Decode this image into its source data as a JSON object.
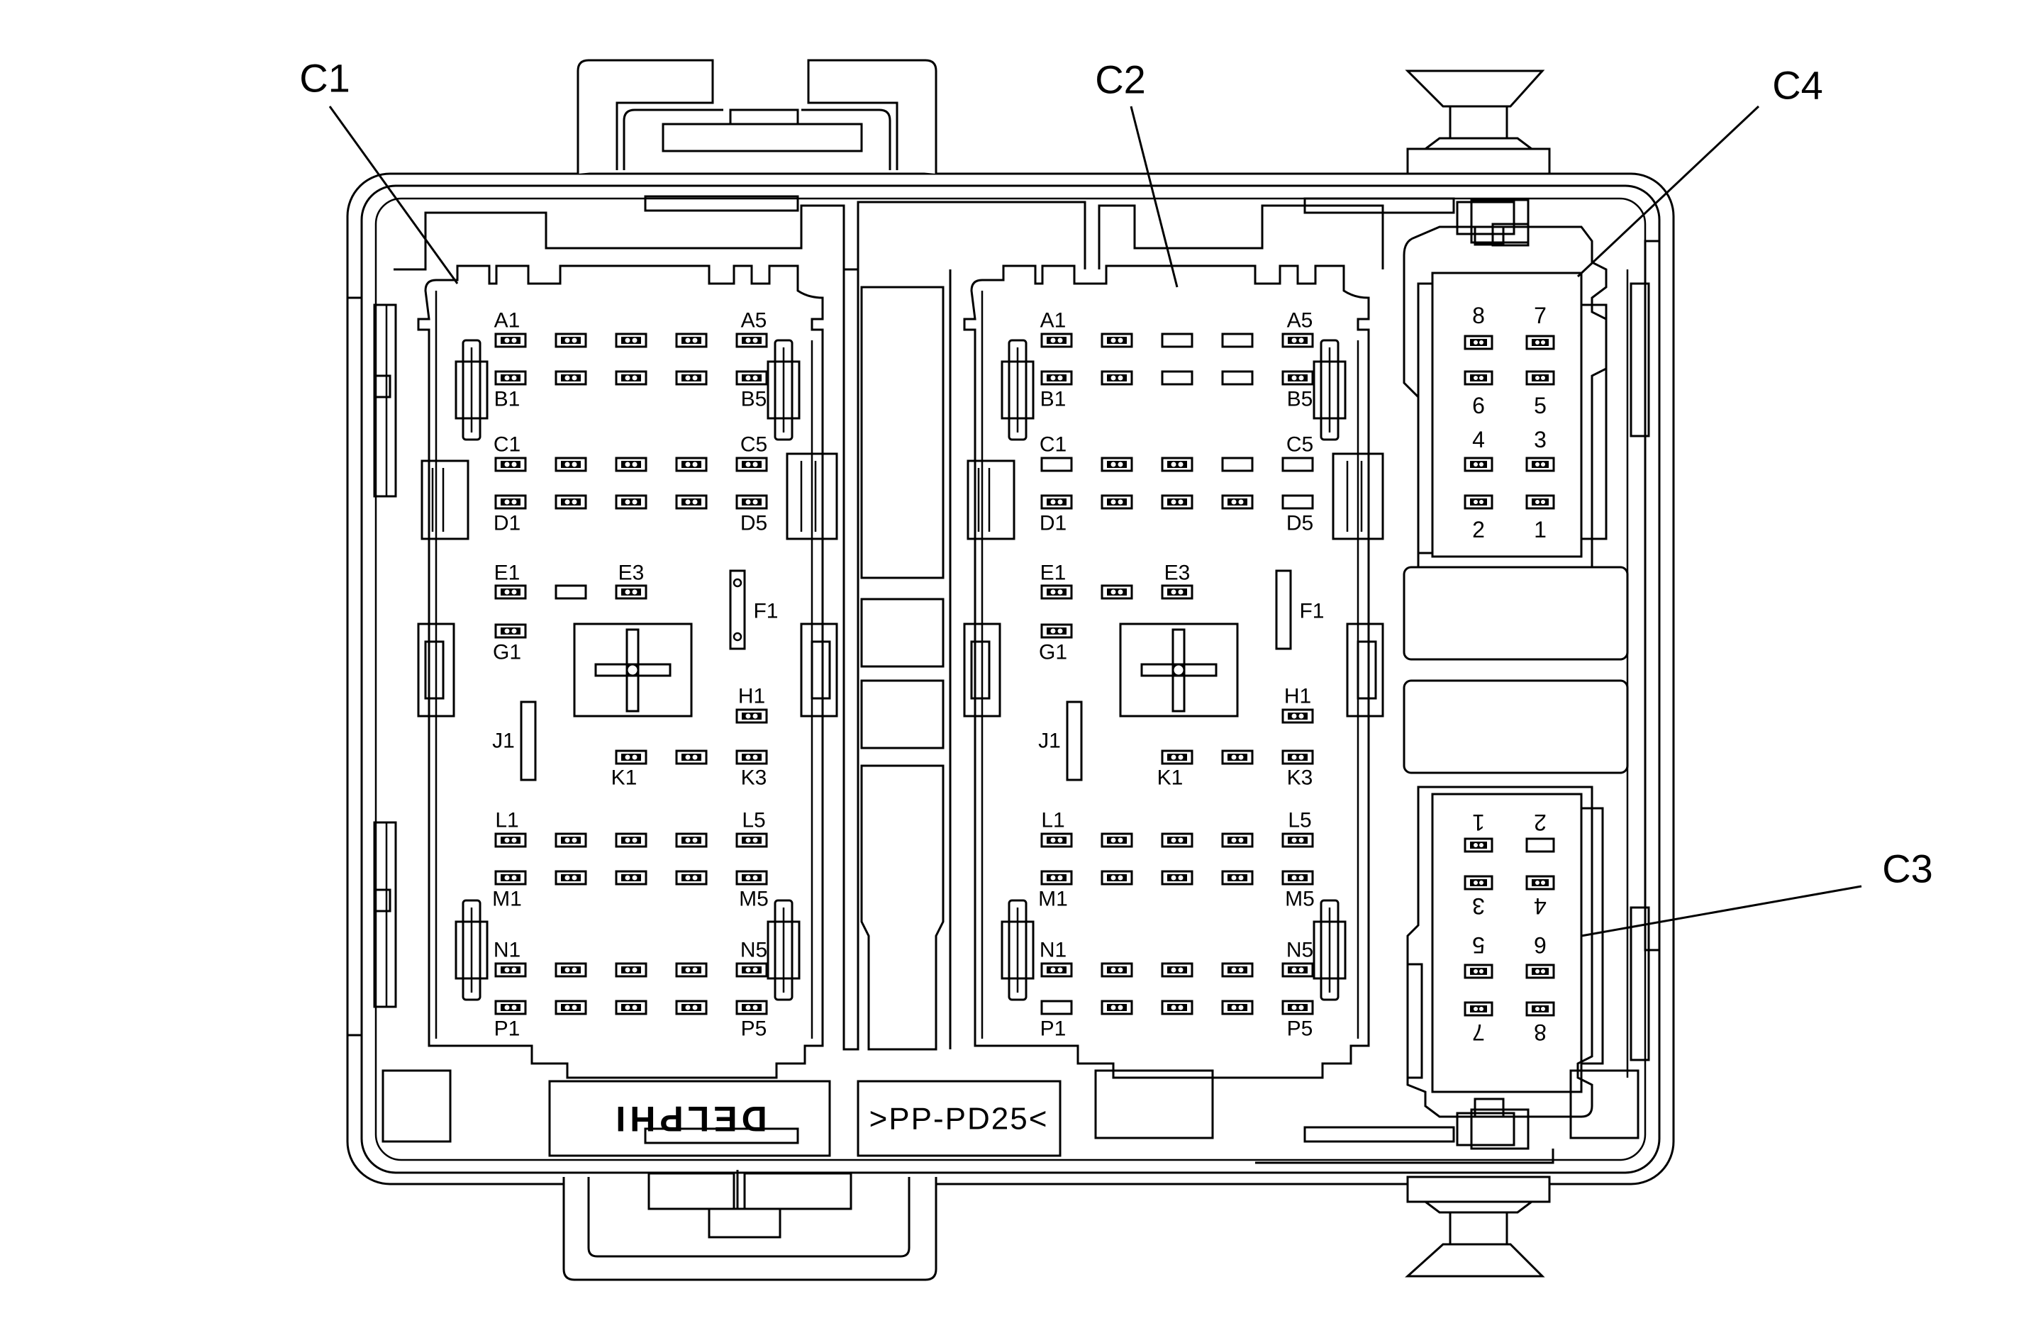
{
  "callouts": [
    "C1",
    "C2",
    "C4",
    "C3"
  ],
  "connector_c1c2": {
    "labels": [
      "A1",
      "A5",
      "B1",
      "B5",
      "C1",
      "C5",
      "D1",
      "D5",
      "E1",
      "E3",
      "F1",
      "G1",
      "H1",
      "J1",
      "K1",
      "K3",
      "L1",
      "L5",
      "M1",
      "M5",
      "N1",
      "N5",
      "P1",
      "P5"
    ]
  },
  "connector_c4": {
    "labels": [
      "8",
      "7",
      "6",
      "5",
      "4",
      "3",
      "2",
      "1"
    ]
  },
  "connector_c3": {
    "labels": [
      "1",
      "2",
      "3",
      "4",
      "5",
      "6",
      "7",
      "8"
    ]
  },
  "housing_text": {
    "brand": "DELPHI",
    "part": ">PP-PD25<"
  }
}
